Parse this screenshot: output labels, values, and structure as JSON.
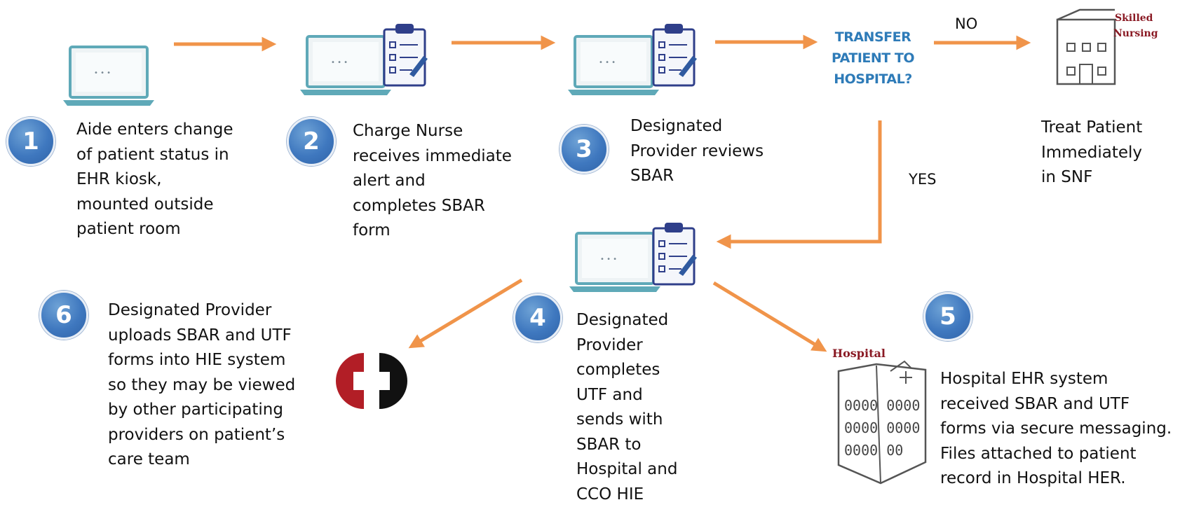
{
  "steps": [
    {
      "number": "1",
      "text": "Aide enters change\nof patient status in\nEHR kiosk,\nmounted outside\npatient room"
    },
    {
      "number": "2",
      "text": "Charge Nurse\nreceives immediate\nalert and\ncompletes SBAR\nform"
    },
    {
      "number": "3",
      "text": "Designated\nProvider reviews\nSBAR"
    },
    {
      "number": "4",
      "text": "Designated\nProvider\ncompletes\nUTF and\nsends with\nSBAR to\nHospital and\nCCO HIE"
    },
    {
      "number": "5",
      "text": "Hospital EHR system\nreceived SBAR and UTF\nforms via secure messaging.\nFiles attached to patient\nrecord in Hospital HER."
    },
    {
      "number": "6",
      "text": "Designated Provider\nuploads SBAR and UTF\nforms into HIE system\nso they may be viewed\nby other participating\nproviders on patient’s\ncare team"
    }
  ],
  "decision": {
    "question": "TRANSFER\nPATIENT TO\nHOSPITAL?",
    "no_label": "NO",
    "yes_label": "YES"
  },
  "snf_outcome": "Treat Patient\nImmediately\nin SNF",
  "signs": {
    "skilled_line1": "Skilled",
    "skilled_line2": "Nursing",
    "hospital": "Hospital"
  },
  "colors": {
    "arrow": "#f0944a",
    "badge": "#3f78bf",
    "question_text": "#2e7bb8",
    "hie_red": "#b21e26",
    "hie_black": "#111111"
  }
}
